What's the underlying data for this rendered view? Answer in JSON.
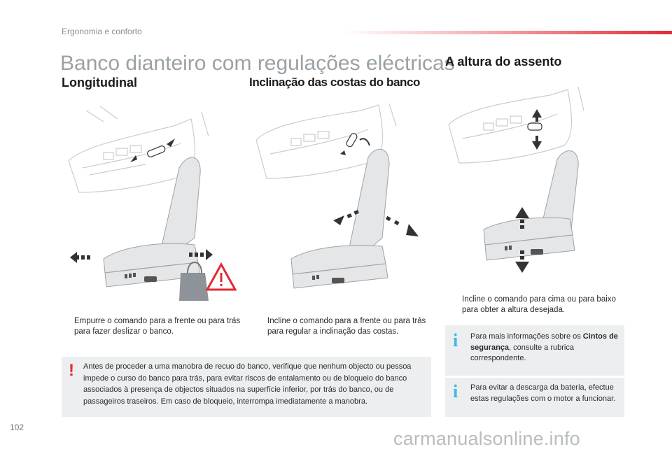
{
  "header": {
    "section": "Ergonomia e conforto",
    "accent_color": "#e22a34"
  },
  "title": "Banco dianteiro com regulações eléctricas",
  "sections": {
    "longitudinal": {
      "title": "Longitudinal",
      "instruction": "Empurre o comando para a frente ou para trás para fazer deslizar o banco."
    },
    "backrest": {
      "title": "Inclinação das costas do banco",
      "instruction": "Incline o comando para a frente ou para trás para regular a inclinação das costas."
    },
    "height": {
      "title": "A altura do assento",
      "instruction": "Incline o comando para cima ou para baixo para obter a altura desejada."
    }
  },
  "bullet_symbol": "",
  "warning": {
    "mark": "!",
    "color": "#e22a34",
    "text": "Antes de proceder a uma manobra de recuo do banco, verifique que nenhum objecto ou pessoa impede o curso do banco para trás, para evitar riscos de entalamento ou de bloqueio do banco associados à presença de objectos situados na superfície inferior, por trás do banco, ou de passageiros traseiros. Em caso de bloqueio, interrompa imediatamente a manobra."
  },
  "info": {
    "mark": "i",
    "color": "#3fb7e8",
    "belts": {
      "prefix": "Para mais informações sobre os ",
      "bold": "Cintos de segurança",
      "suffix": ", consulte a rubrica correspondente."
    },
    "battery": "Para evitar a descarga da bateria, efectue estas regulações com o motor a funcionar."
  },
  "page_number": "102",
  "watermark": "carmanualsonline.info"
}
